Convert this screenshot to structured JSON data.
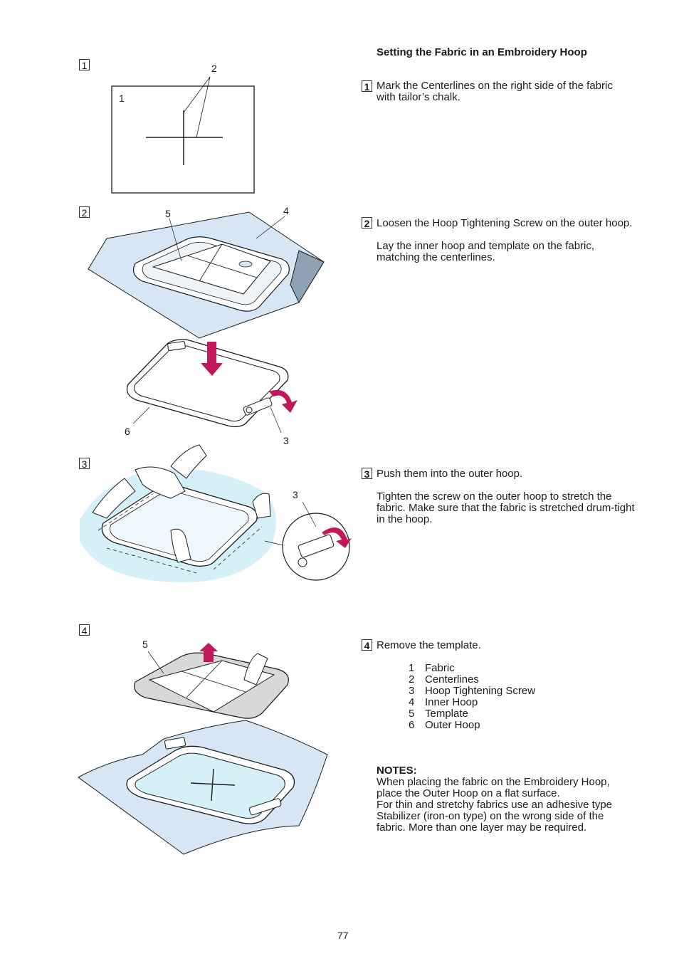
{
  "heading": "Setting the Fabric in an Embroidery Hoop",
  "steps": [
    {
      "num": "1",
      "lines": [
        "Mark the Centerlines on the right side of the fabric",
        "with tailor’s chalk."
      ]
    },
    {
      "num": "2",
      "lines": [
        "Loosen the Hoop Tightening Screw on the outer hoop.",
        "",
        "Lay the inner hoop and template on the fabric,",
        "matching the centerlines."
      ]
    },
    {
      "num": "3",
      "lines": [
        "Push them into the outer hoop.",
        "",
        "Tighten the screw on the outer hoop to stretch the",
        "fabric. Make sure that the fabric is stretched drum-tight",
        "in the hoop."
      ]
    },
    {
      "num": "4",
      "lines": [
        "Remove the template."
      ]
    }
  ],
  "legend": [
    {
      "num": "1",
      "label": "Fabric"
    },
    {
      "num": "2",
      "label": "Centerlines"
    },
    {
      "num": "3",
      "label": "Hoop Tightening Screw"
    },
    {
      "num": "4",
      "label": "Inner Hoop"
    },
    {
      "num": "5",
      "label": "Template"
    },
    {
      "num": "6",
      "label": "Outer Hoop"
    }
  ],
  "notes": {
    "title": "NOTES:",
    "lines": [
      "When placing the fabric on the Embroidery Hoop,",
      "place the Outer Hoop on a flat surface.",
      "For thin and stretchy fabrics use an adhesive type",
      "Stabilizer (iron-on type) on the wrong side of the",
      "fabric. More than one layer may be required."
    ]
  },
  "figures": {
    "fig1": {
      "box": "1",
      "callouts": [
        "1",
        "2"
      ]
    },
    "fig2": {
      "box": "2",
      "callouts": [
        "5",
        "4",
        "6",
        "3"
      ]
    },
    "fig3": {
      "box": "3",
      "callouts": [
        "3"
      ]
    },
    "fig4": {
      "box": "4",
      "callouts": [
        "5"
      ]
    }
  },
  "page_number": "77",
  "colors": {
    "fabric": "#d6e6f5",
    "arrow": "#c2185b",
    "line": "#1a1a1a"
  }
}
